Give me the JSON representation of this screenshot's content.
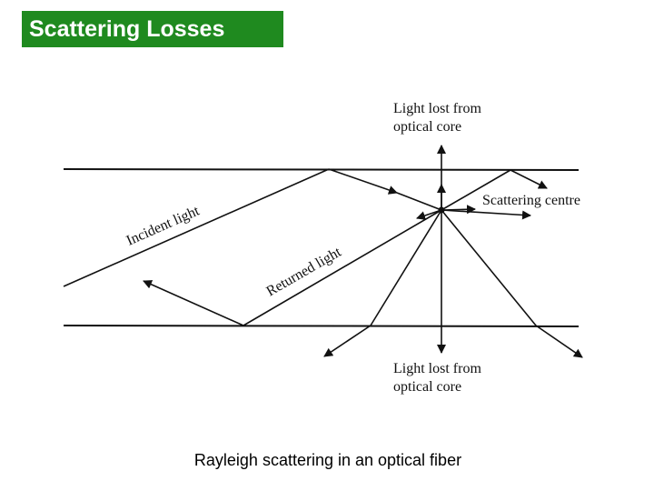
{
  "slide": {
    "title": "Scattering Losses",
    "caption": "Rayleigh scattering in an optical fiber",
    "accent_color": "#1f8a1f"
  },
  "diagram": {
    "labels": {
      "lost_top_line1": "Light lost from",
      "lost_top_line2": "optical core",
      "scattering_centre": "Scattering centre",
      "incident_light": "Incident light",
      "returned_light": "Returned light",
      "lost_bottom_line1": "Light lost from",
      "lost_bottom_line2": "optical core"
    }
  }
}
